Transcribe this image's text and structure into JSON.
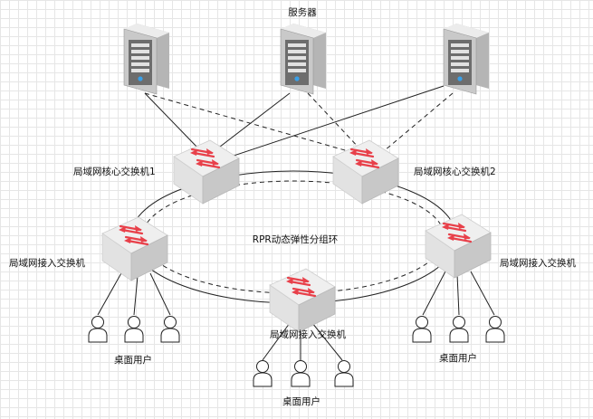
{
  "title": "服务器",
  "ring_label": "RPR动态弹性分组环",
  "core_switches": [
    "局域网核心交换机1",
    "局域网核心交换机2"
  ],
  "access_switches": {
    "left": "局域网接入交换机",
    "center": "局域网接入交换机",
    "right": "局域网接入交换机"
  },
  "user_groups": {
    "left": "桌面用户",
    "center": "桌面用户",
    "right": "桌面用户"
  },
  "colors": {
    "grid": "#e6e6e6",
    "switch_top": "#efefef",
    "switch_front": "#dcdcdc",
    "switch_side": "#c4c4c4",
    "arrow": "#e8404a",
    "server_body": "#b9b9b9",
    "server_face": "#6d6d6d",
    "server_led": "#3aa0e8"
  },
  "icons": {
    "server": "server-icon",
    "switch": "switch-icon",
    "user": "user-icon"
  }
}
